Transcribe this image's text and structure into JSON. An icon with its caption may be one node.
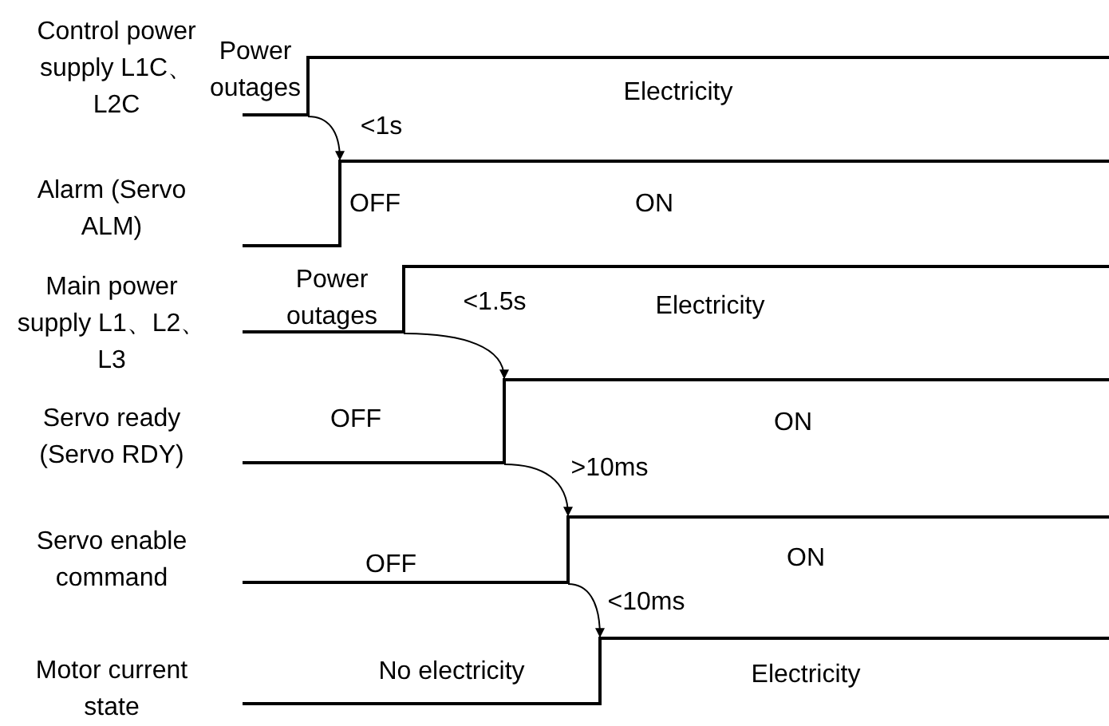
{
  "diagram": {
    "nodes": [
      {
        "text": [
          "Power outages",
          "Electricity"
        ],
        "beside": [
          "Control power supply L1C、L2C"
        ]
      },
      {
        "text": [
          "OFF",
          "ON"
        ],
        "beside": [
          "Alarm (Servo ALM)"
        ]
      },
      {
        "text": [
          "Power outages",
          "Electricity"
        ],
        "beside": [
          "Main power supply L1、L2、L3"
        ]
      },
      {
        "text": [
          "OFF",
          "ON"
        ],
        "beside": [
          "Servo ready (Servo RDY)"
        ]
      },
      {
        "text": [
          "OFF",
          "ON"
        ],
        "beside": [
          "Servo enable command"
        ]
      },
      {
        "text": [
          "No electricity",
          "Electricity"
        ],
        "beside": [
          "Motor current state"
        ]
      }
    ],
    "edges": [
      {
        "from": 0,
        "to": 1,
        "arrow": "to",
        "label": "<1s"
      },
      {
        "from": 2,
        "to": 3,
        "arrow": "to",
        "label": "<1.5s"
      },
      {
        "from": 3,
        "to": 4,
        "arrow": "to",
        "label": ">10ms"
      },
      {
        "from": 4,
        "to": 5,
        "arrow": "to",
        "label": "<10ms"
      }
    ]
  }
}
